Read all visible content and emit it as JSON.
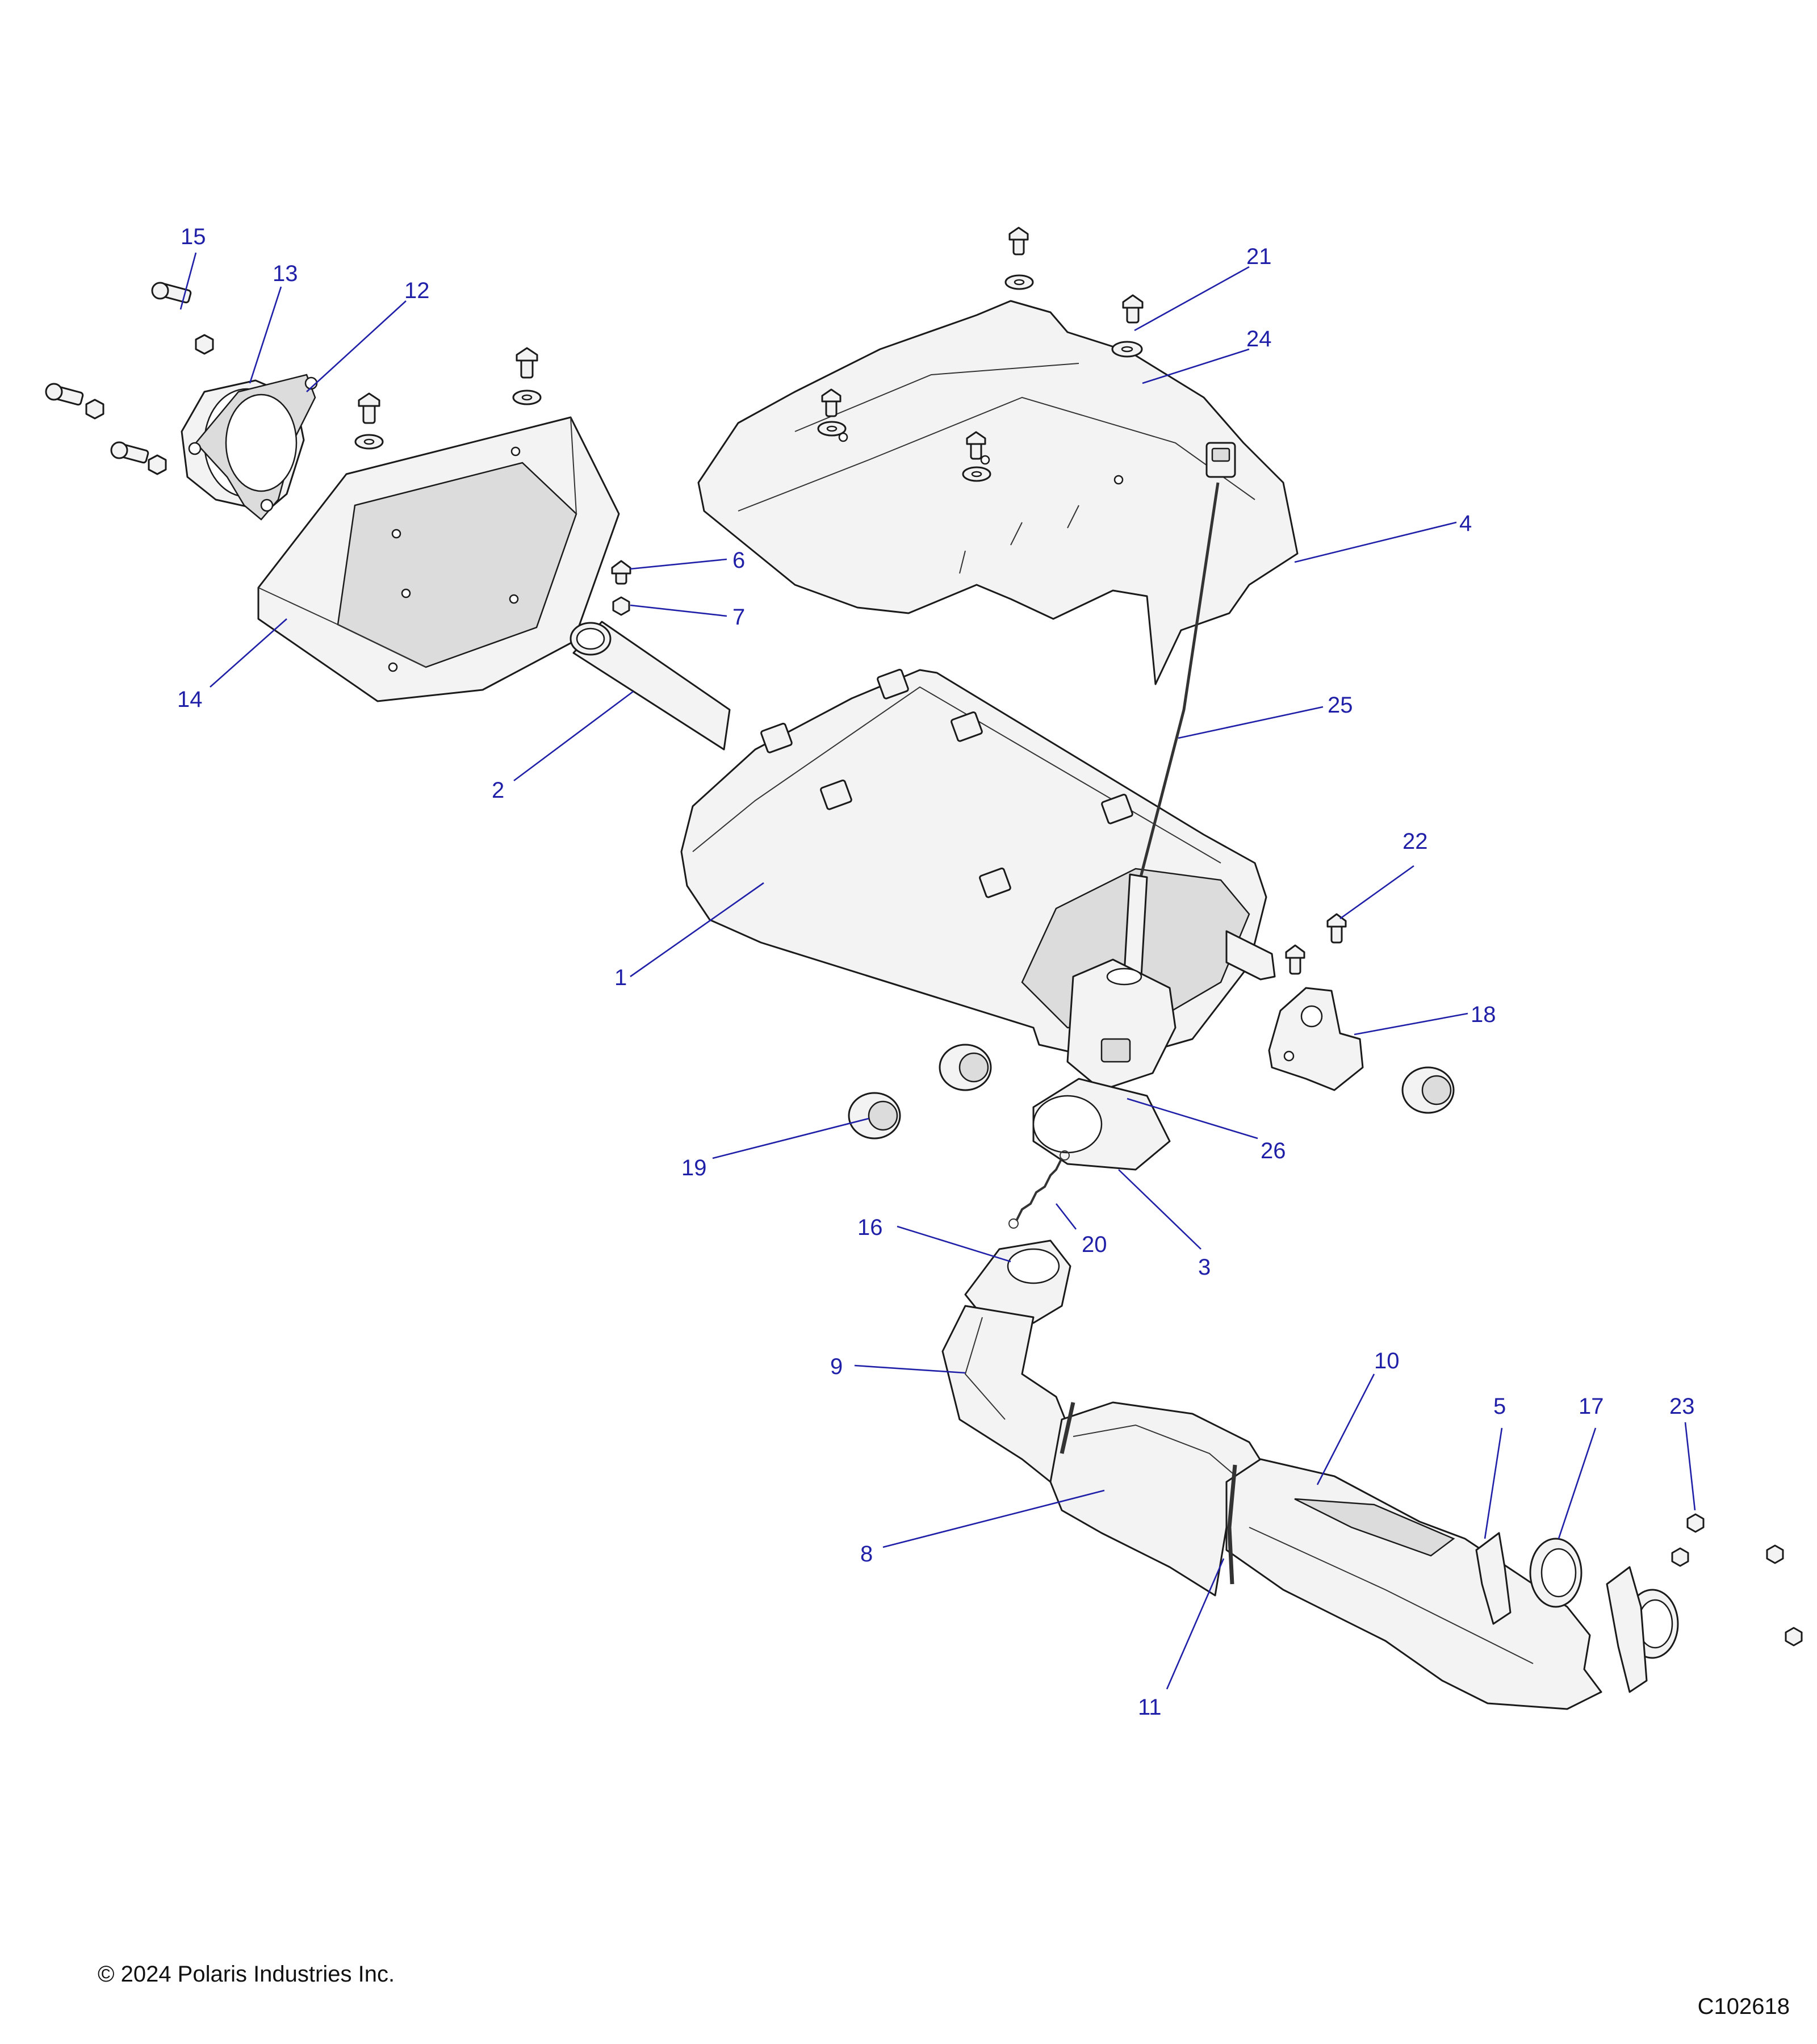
{
  "copyright": "© 2024 Polaris Industries Inc.",
  "drawing_number": "C102618",
  "callouts": [
    {
      "id": "1",
      "label": "1"
    },
    {
      "id": "2",
      "label": "2"
    },
    {
      "id": "3",
      "label": "3"
    },
    {
      "id": "4",
      "label": "4"
    },
    {
      "id": "5",
      "label": "5"
    },
    {
      "id": "6",
      "label": "6"
    },
    {
      "id": "7",
      "label": "7"
    },
    {
      "id": "8",
      "label": "8"
    },
    {
      "id": "9",
      "label": "9"
    },
    {
      "id": "10",
      "label": "10"
    },
    {
      "id": "11",
      "label": "11"
    },
    {
      "id": "12",
      "label": "12"
    },
    {
      "id": "13",
      "label": "13"
    },
    {
      "id": "14",
      "label": "14"
    },
    {
      "id": "15",
      "label": "15"
    },
    {
      "id": "16",
      "label": "16"
    },
    {
      "id": "17",
      "label": "17"
    },
    {
      "id": "18",
      "label": "18"
    },
    {
      "id": "19",
      "label": "19"
    },
    {
      "id": "20",
      "label": "20"
    },
    {
      "id": "21",
      "label": "21"
    },
    {
      "id": "22",
      "label": "22"
    },
    {
      "id": "23",
      "label": "23"
    },
    {
      "id": "24",
      "label": "24"
    },
    {
      "id": "25",
      "label": "25"
    },
    {
      "id": "26",
      "label": "26"
    }
  ],
  "colors": {
    "callout": "#1f1fa8",
    "line": "#1a1a1a",
    "part_fill": "#f3f3f3"
  }
}
